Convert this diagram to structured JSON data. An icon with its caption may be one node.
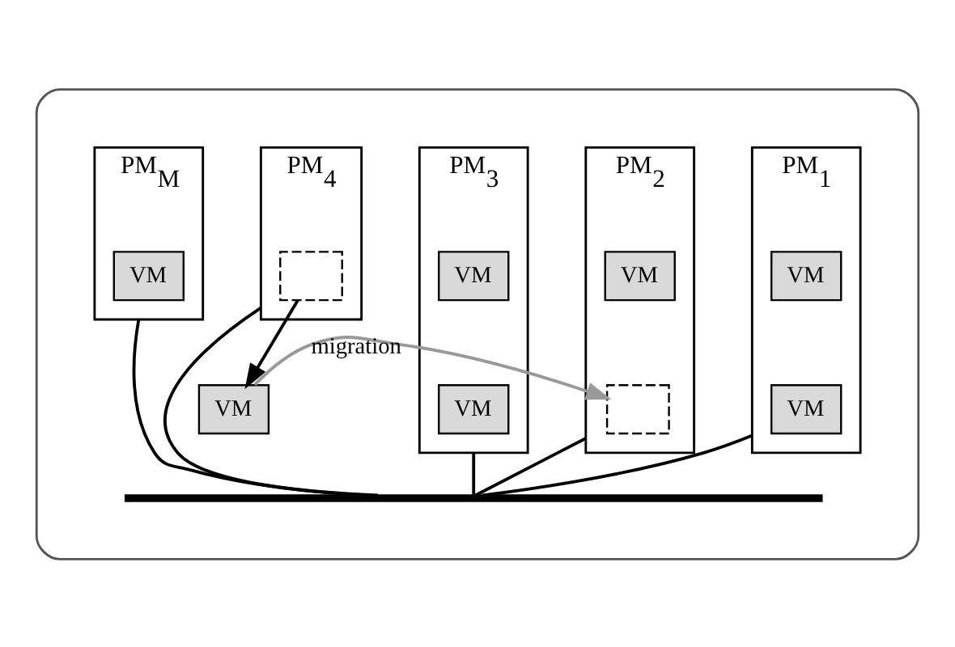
{
  "diagram": {
    "nodes": [
      {
        "text": [],
        "shape": "cloud"
      },
      {
        "text": [
          "PM$_{1}$"
        ],
        "in": 0
      },
      {
        "text": [
          "VM"
        ],
        "in": 1
      },
      {
        "text": [
          "VM"
        ],
        "in": 1
      },
      {
        "text": [
          "PM$_{2}$"
        ],
        "in": 0
      },
      {
        "text": [
          "VM"
        ],
        "in": 4
      },
      {
        "text": [],
        "shape": "box",
        "in": 4
      },
      {
        "text": [
          "PM$_{3}$"
        ],
        "in": 0
      },
      {
        "text": [
          "VM"
        ],
        "in": 7
      },
      {
        "text": [
          "VM"
        ],
        "in": 7
      },
      {
        "text": [
          "PM$_{4}$"
        ],
        "in": 0
      },
      {
        "text": [],
        "shape": "box",
        "in": 10
      },
      {
        "text": [
          "PM$_{M}$"
        ],
        "in": 0
      },
      {
        "text": [
          "VM"
        ],
        "in": 12
      },
      {
        "text": [],
        "shape": "bar",
        "in": 0
      },
      {
        "text": [
          "VM"
        ],
        "in": 0
      }
    ],
    "edges": [
      {
        "from": 1,
        "to": 14,
        "arrow": "none"
      },
      {
        "from": 4,
        "to": 14,
        "arrow": "none"
      },
      {
        "from": 7,
        "to": 14,
        "arrow": "none"
      },
      {
        "from": 10,
        "to": 14,
        "arrow": "none"
      },
      {
        "from": 12,
        "to": 14,
        "arrow": "none"
      },
      {
        "from": 11,
        "to": 15,
        "arrow": "to"
      },
      {
        "from": 15,
        "to": 6,
        "arrow": "to",
        "label": "migration",
        "color": "#999999"
      }
    ]
  }
}
